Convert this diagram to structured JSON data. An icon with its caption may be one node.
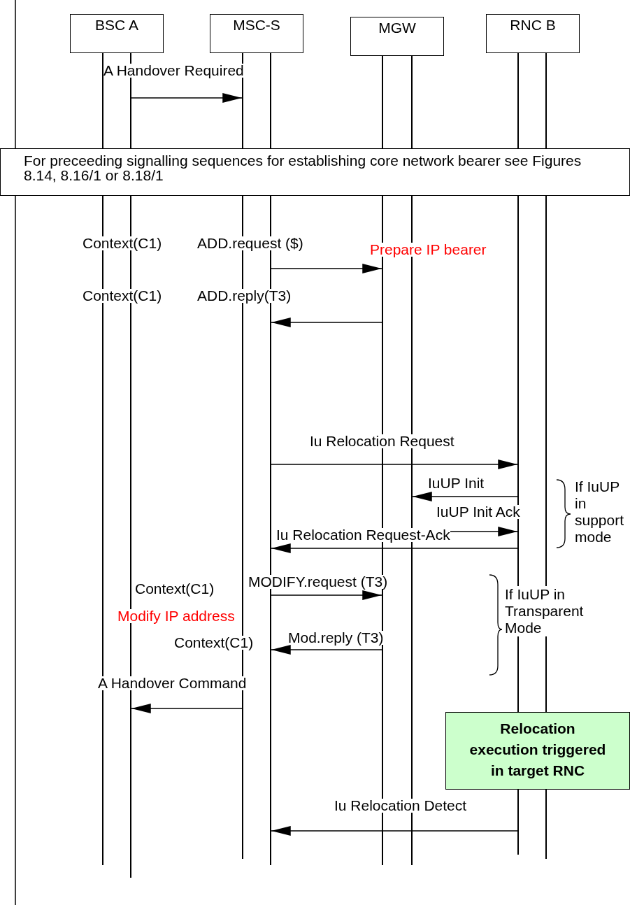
{
  "diagram": {
    "nodes": [
      {
        "text": [
          "BSC A"
        ]
      },
      {
        "text": [
          "MSC-S"
        ]
      },
      {
        "text": [
          "MGW"
        ]
      },
      {
        "text": [
          "RNC B"
        ]
      },
      {
        "text": [],
        "shape": "line"
      },
      {
        "text": [],
        "shape": "line"
      },
      {
        "text": [],
        "shape": "line"
      },
      {
        "text": [],
        "shape": "line"
      },
      {
        "text": [],
        "shape": "line"
      },
      {
        "text": [],
        "shape": "line"
      },
      {
        "text": [],
        "shape": "line"
      },
      {
        "text": [],
        "shape": "line"
      },
      {
        "text": [
          "For preceeding signalling sequences for establishing core network bearer see Figures 8.14, 8.16/1 or 8.18/1"
        ]
      },
      {
        "text": [
          "Relocation execution triggered in target RNC"
        ]
      }
    ],
    "edges": [
      {
        "from": 5,
        "to": 6,
        "arrow": "to",
        "label": "A Handover Required"
      },
      {
        "from": 7,
        "to": 8,
        "arrow": "to",
        "label": "ADD.request ($)"
      },
      {
        "from": 8,
        "to": 7,
        "arrow": "to",
        "label": "ADD.reply(T3)"
      },
      {
        "from": 7,
        "to": 10,
        "arrow": "to",
        "label": "Iu Relocation Request"
      },
      {
        "from": 10,
        "to": 9,
        "arrow": "to",
        "label": "IuUP Init"
      },
      {
        "from": 9,
        "to": 10,
        "arrow": "to",
        "label": "IuUP Init Ack"
      },
      {
        "from": 10,
        "to": 7,
        "arrow": "to",
        "label": "Iu Relocation Request-Ack"
      },
      {
        "from": 7,
        "to": 8,
        "arrow": "to",
        "label": "MODIFY.request (T3)"
      },
      {
        "from": 8,
        "to": 7,
        "arrow": "to",
        "label": "Mod.reply (T3)"
      },
      {
        "from": 6,
        "to": 5,
        "arrow": "to",
        "label": "A Handover Command"
      },
      {
        "from": 10,
        "to": 7,
        "arrow": "to",
        "label": "Iu Relocation Detect"
      }
    ],
    "labels": [
      "Context(C1)",
      "Prepare IP bearer",
      "Context(C1)",
      "If IuUP in support mode",
      "Context(C1)",
      "Modify IP address",
      "If IuUP in Transparent Mode",
      "Context(C1)"
    ]
  }
}
